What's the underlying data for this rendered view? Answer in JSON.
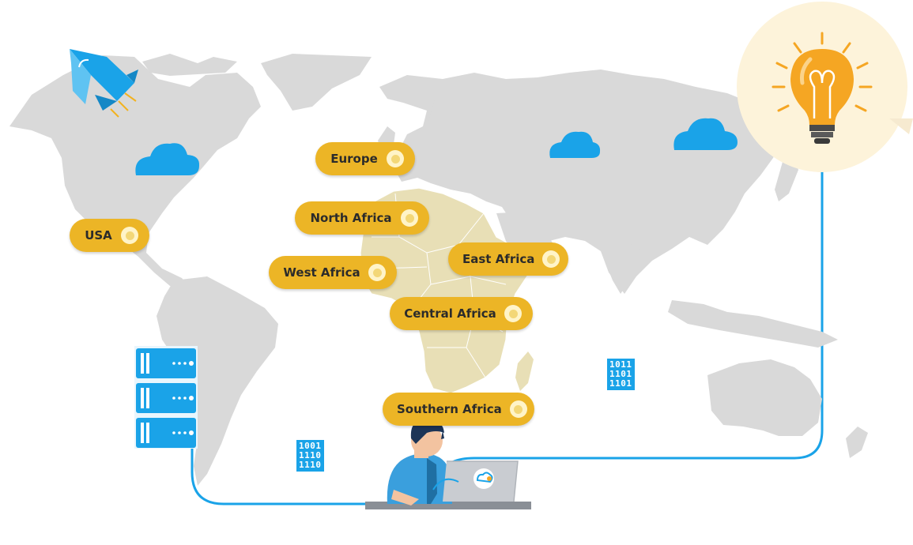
{
  "regions": [
    {
      "id": "europe",
      "label": "Europe"
    },
    {
      "id": "north-africa",
      "label": "North Africa"
    },
    {
      "id": "usa",
      "label": "USA"
    },
    {
      "id": "west-africa",
      "label": "West Africa"
    },
    {
      "id": "east-africa",
      "label": "East Africa"
    },
    {
      "id": "central-africa",
      "label": "Central Africa"
    },
    {
      "id": "southern-africa",
      "label": "Southern Africa"
    }
  ],
  "binary_blocks": [
    [
      "1011",
      "1101",
      "1101"
    ],
    [
      "1001",
      "1110",
      "1110"
    ]
  ],
  "icons": [
    "rocket-icon",
    "cloud-icon",
    "server-rack-icon",
    "lightbulb-icon",
    "developer-at-laptop-illustration",
    "cloud-heart-logo-icon",
    "binary-code-icon"
  ],
  "colors": {
    "land": "#d9d9d9",
    "africa": "#e8dfb6",
    "pill": "#ecb526",
    "accent_blue": "#1aa3e8",
    "bulb_background": "#fdf3da",
    "bulb": "#f5a623"
  }
}
